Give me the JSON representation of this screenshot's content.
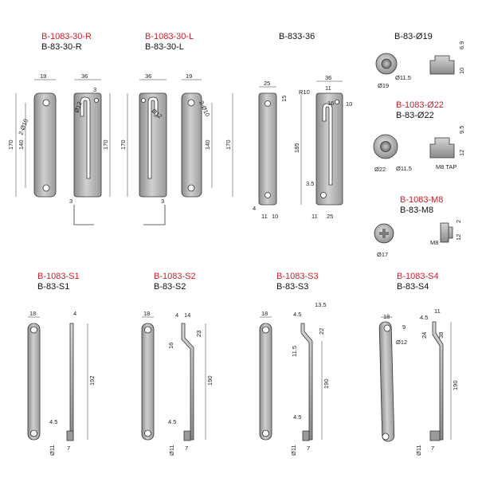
{
  "colors": {
    "red_label": "#c8202a",
    "black_label": "#111111",
    "part_fill": "#b9b9b9",
    "part_dark": "#8e8e8e"
  },
  "parts": {
    "p30r": {
      "code_red": "B-1083-30-R",
      "code_blk": "B-83-30-R",
      "dims": {
        "w19": "19",
        "w36": "36",
        "d10": "2-Ø10",
        "d12": "Ø12",
        "s3a": "3",
        "h170a": "170",
        "h140": "140",
        "h170b": "170",
        "t3": "3"
      }
    },
    "p30l": {
      "code_red": "B-1083-30-L",
      "code_blk": "B-83-30-L",
      "dims": {
        "w36": "36",
        "w19": "19",
        "d12": "Ø12",
        "d10": "2-Ø10",
        "h170a": "170",
        "h140": "140",
        "h170b": "170",
        "t3": "3"
      }
    },
    "p833": {
      "code_blk": "B-833-36",
      "dims": {
        "w25": "25",
        "w36": "36",
        "r10": "R10",
        "w11": "11",
        "d16": "16",
        "d10": "10",
        "d15": "15",
        "h185": "185",
        "d35": "3.5",
        "d4": "4",
        "b11a": "11",
        "b10": "10",
        "b11b": "11",
        "b25": "25"
      }
    },
    "p19": {
      "code_blk": "B-83-Ø19",
      "dims": {
        "d115": "Ø11.5",
        "d19": "Ø19",
        "h69": "6.9",
        "h10": "10"
      }
    },
    "p22": {
      "code_red": "B-1083-Ø22",
      "code_blk": "B-83-Ø22",
      "dims": {
        "h95": "9.5",
        "h12": "12",
        "d22": "Ø22",
        "d115": "Ø11.5",
        "tap": "M8 TAP"
      }
    },
    "pm8": {
      "code_red": "B-1083-M8",
      "code_blk": "B-83-M8",
      "dims": {
        "h2": "2",
        "h12": "12",
        "m8": "M8",
        "d17": "Ø17"
      }
    },
    "s1": {
      "code_red": "B-1083-S1",
      "code_blk": "B-83-S1",
      "dims": {
        "w18": "18",
        "t4": "4",
        "h192": "192",
        "d45": "4.5",
        "d11": "Ø11",
        "d7": "7"
      }
    },
    "s2": {
      "code_red": "B-1083-S2",
      "code_blk": "B-83-S2",
      "dims": {
        "w18": "18",
        "t4": "4",
        "w14": "14",
        "h16": "16",
        "h23": "23",
        "h190": "190",
        "d45": "4.5",
        "d11": "Ø11",
        "d7": "7"
      }
    },
    "s3": {
      "code_red": "B-1083-S3",
      "code_blk": "B-83-S3",
      "dims": {
        "w18": "18",
        "w135": "13.5",
        "t45": "4.5",
        "h22": "22",
        "h115": "11.5",
        "h190": "190",
        "d45": "4.5",
        "d11": "Ø11",
        "d7": "7"
      }
    },
    "s4": {
      "code_red": "B-1083-S4",
      "code_blk": "B-83-S4",
      "dims": {
        "w18": "18",
        "w11": "11",
        "t45": "4.5",
        "h9": "9",
        "d12": "Ø12",
        "h24": "24",
        "h38": "38",
        "h190": "190",
        "d11": "Ø11",
        "d7": "7"
      }
    }
  }
}
